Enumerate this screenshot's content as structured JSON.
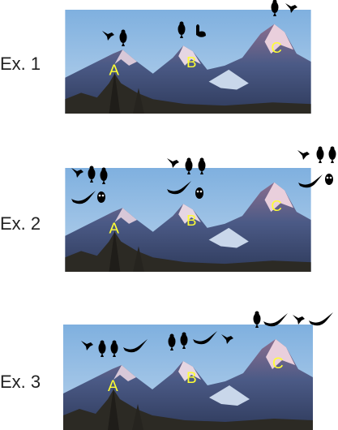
{
  "examples": [
    {
      "label": "Ex. 1",
      "peaks": [
        "A",
        "B",
        "C"
      ]
    },
    {
      "label": "Ex. 2",
      "peaks": [
        "A",
        "B",
        "C"
      ]
    },
    {
      "label": "Ex. 3",
      "peaks": [
        "A",
        "B",
        "C"
      ]
    }
  ],
  "colors": {
    "peak_label": "#ffff33",
    "sky": "#8fb8e0",
    "mountain": "#4a5a86",
    "snow": "#e8dde8",
    "forest": "#2c2a24"
  },
  "icons": [
    "swallow-icon",
    "crow-icon",
    "goose-icon",
    "magpie-icon",
    "owl-icon"
  ]
}
